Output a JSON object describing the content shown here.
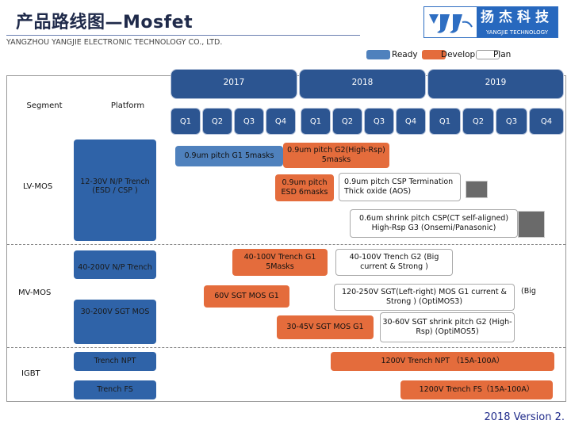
{
  "header": {
    "title": "产品路线图—Mosfet",
    "subtitle": "YANGZHOU YANGJIE ELECTRONIC TECHNOLOGY CO., LTD.",
    "logo_cn": "扬杰科技",
    "logo_en": "YANGJIE TECHNOLOGY",
    "logo_mark_text": "YJ"
  },
  "legend": [
    {
      "label": "Ready",
      "color": "#4f81bd"
    },
    {
      "label": "Develop",
      "color": "#e46c3c"
    },
    {
      "label": "Plan",
      "color": "#ffffff"
    }
  ],
  "table": {
    "segment_header": "Segment",
    "platform_header": "Platform",
    "years": [
      "2017",
      "2018",
      "2019"
    ],
    "quarters": [
      "Q1",
      "Q2",
      "Q3",
      "Q4",
      "Q1",
      "Q2",
      "Q3",
      "Q4",
      "Q1",
      "Q2",
      "Q3",
      "Q4"
    ]
  },
  "segments": {
    "lv": "LV-MOS",
    "mv": "MV-MOS",
    "igbt": "IGBT"
  },
  "platforms": {
    "lv_trench": "12-30V N/P Trench (ESD / CSP )",
    "mv_trench": "40-200V N/P Trench",
    "mv_sgt": "30-200V SGT MOS",
    "igbt_npt": "Trench NPT",
    "igbt_fs": "Trench FS"
  },
  "items": {
    "g1": "0.9um pitch G1 5masks",
    "g2": "0.9um pitch G2(High-Rsp) 5masks",
    "esd": "0.9um pitch ESD 6masks",
    "csp_term": "0.9um pitch CSP Termination Thick oxide (AOS)",
    "csp_shrink": "0.6um shrink pitch CSP(CT self-aligned) High-Rsp G3 (Onsemi/Panasonic)",
    "mv_g1": "40-100V Trench G1 5Masks",
    "mv_g2": "40-100V Trench G2 (Big current & Strong )",
    "sgt_60v": "60V SGT MOS G1",
    "sgt_lr": "120-250V SGT(Left-right) MOS G1 current & Strong ) (OptiMOS3)",
    "sgt_big": "(Big",
    "sgt_3045": "30-45V SGT MOS G1",
    "sgt_shrink": "30-60V SGT shrink pitch G2 (High-Rsp) (OptiMOS5)",
    "igbt_npt_plan": "1200V Trench NPT （15A-100A）",
    "igbt_fs_plan": "1200V Trench FS（15A-100A）"
  },
  "footer": {
    "version": "2018 Version 2."
  }
}
